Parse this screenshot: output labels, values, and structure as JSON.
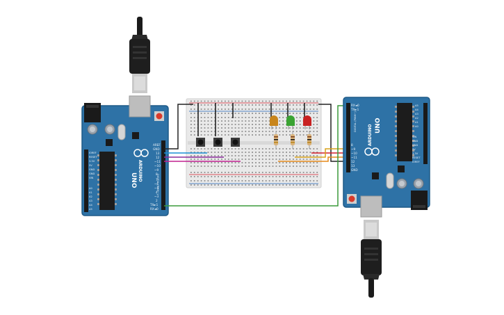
{
  "circuit": {
    "left_board": {
      "model": "UNO",
      "brand": "ARDUINO",
      "labels": {
        "aref": "AREF",
        "gnd": "GND",
        "p13": "13",
        "p12": "12",
        "p11": "~11",
        "p10": "~10",
        "p9": "~9",
        "p8": "8",
        "p7": "7",
        "p6": "~6",
        "p5": "~5",
        "p4": "4",
        "p3": "~3",
        "p2": "2",
        "tx": "TX►1",
        "rx": "RX◄0",
        "digital": "DIGITAL (PWM~)",
        "ioref": "IOREF",
        "reset": "RESET",
        "v33": "3.3V",
        "v5": "5V",
        "gnd1": "GND",
        "gnd2": "GND",
        "vin": "VIN",
        "power": "POWER",
        "analog": "ANALOG IN",
        "a0": "A0",
        "a1": "A1",
        "a2": "A2",
        "a3": "A3",
        "a4": "A4",
        "a5": "A5"
      }
    },
    "right_board": {
      "model": "UNO",
      "brand": "ARDUINO",
      "labels": {
        "aref": "AREF",
        "gnd": "GND",
        "p13": "13",
        "p12": "12",
        "p11": "~11",
        "p10": "~10",
        "p9": "~9",
        "p8": "8",
        "tx": "TX►1",
        "rx": "RX◄0",
        "digital": "DIGITAL (PWM~)",
        "ioref": "IOREF",
        "reset": "RESET",
        "v33": "3.3V",
        "v5": "5V",
        "gnd1": "GND",
        "gnd2": "GND",
        "vin": "VIN",
        "power": "POWER",
        "analog": "ANALOG IN",
        "a0": "A0",
        "a1": "A1",
        "a2": "A2",
        "a3": "A3",
        "a4": "A4",
        "a5": "A5"
      }
    },
    "leds": [
      "orange-led",
      "green-led",
      "red-led"
    ],
    "colors": {
      "board": "#2e72a6",
      "board_dark": "#1f5a87",
      "breadboard": "#e9e9e9",
      "wire_black": "#222222",
      "wire_blue": "#1a8fd6",
      "wire_purple": "#8a2a9a",
      "wire_magenta": "#c0208f",
      "wire_red": "#d41e2a",
      "wire_orange": "#e58a1a",
      "wire_green": "#3a9a3a",
      "led_orange": "#c8851b",
      "led_green": "#3aa332",
      "led_red": "#c82121"
    }
  }
}
